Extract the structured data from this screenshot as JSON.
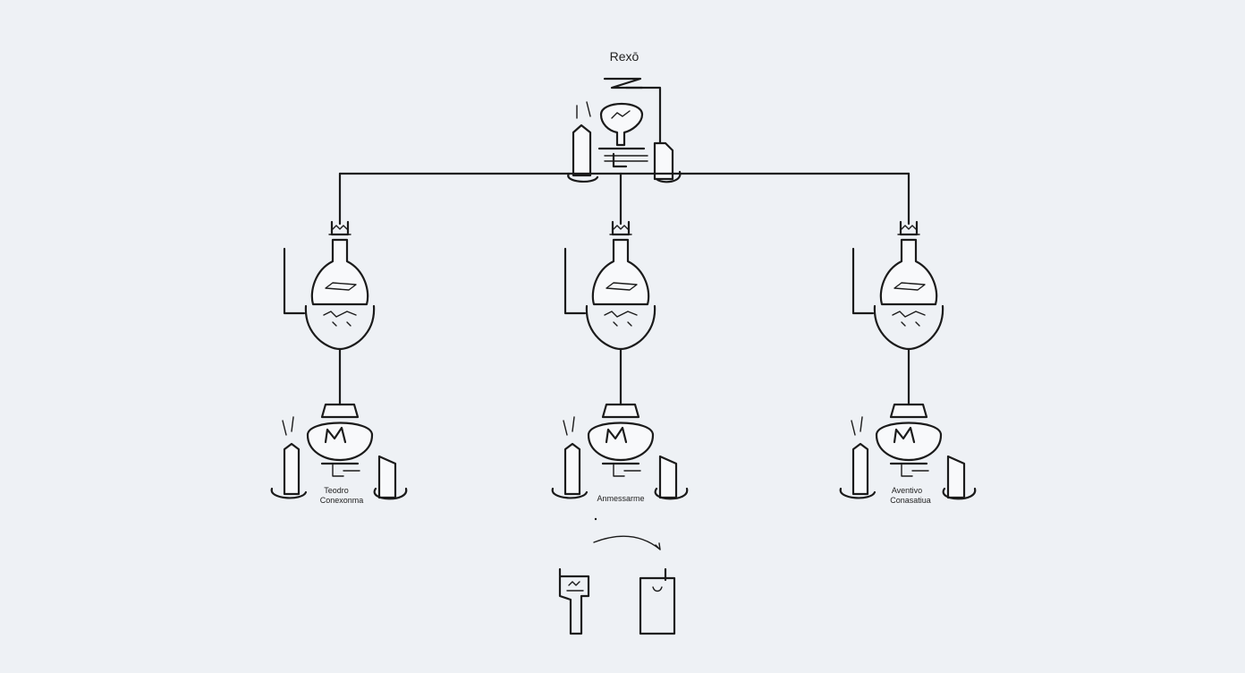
{
  "diagram": {
    "root_label": "Rexō",
    "branch_labels": [
      {
        "line1": "Teodro",
        "line2": "Conexonma"
      },
      {
        "line1": "",
        "line2": "Anmessarme"
      },
      {
        "line1": "Aventivo",
        "line2": "Conasatiua"
      }
    ],
    "monitor_glyph": "M",
    "colors": {
      "background": "#eef1f5",
      "ink": "#1b1b1b"
    }
  }
}
